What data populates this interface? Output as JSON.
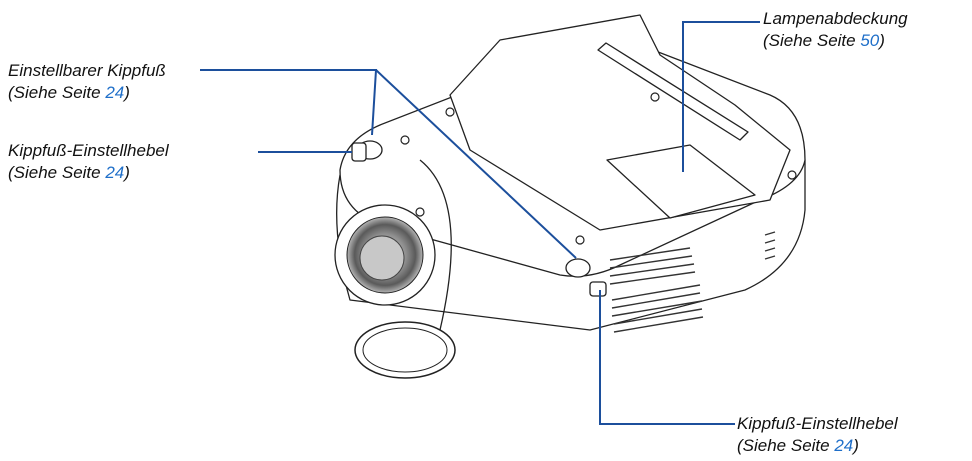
{
  "callouts": [
    {
      "id": "lamp-cover",
      "title": "Lampenabdeckung",
      "ref_prefix": "(Siehe Seite ",
      "page": "50",
      "ref_suffix": ")"
    },
    {
      "id": "adjustable-tilt-foot",
      "title": "Einstellbarer Kippfuß",
      "ref_prefix": "(Siehe Seite ",
      "page": "24",
      "ref_suffix": ")"
    },
    {
      "id": "tilt-foot-lever-left",
      "title": "Kippfuß-Einstellhebel",
      "ref_prefix": "(Siehe Seite ",
      "page": "24",
      "ref_suffix": ")"
    },
    {
      "id": "tilt-foot-lever-right",
      "title": "Kippfuß-Einstellhebel",
      "ref_prefix": "(Siehe Seite ",
      "page": "24",
      "ref_suffix": ")"
    }
  ],
  "colors": {
    "leader": "#1c4f9c",
    "page_ref": "#1f6fc9"
  }
}
